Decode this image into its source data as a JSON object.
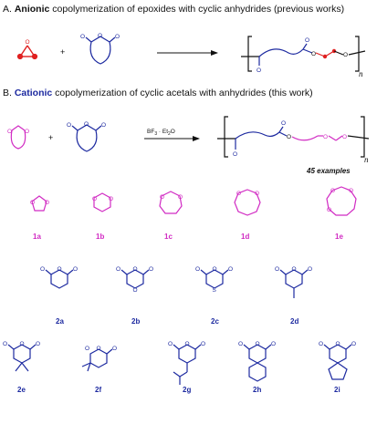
{
  "section_a": {
    "prefix": "A. ",
    "emph": "Anionic",
    "rest": " copolymerization of epoxides with cyclic anhydrides (previous works)"
  },
  "section_b": {
    "prefix": "B. ",
    "emph": "Cationic",
    "rest": " copolymerization of cyclic acetals with anhydrides (this work)"
  },
  "reaction_a": {
    "plus": "+",
    "n": "n",
    "o": "O"
  },
  "reaction_b": {
    "plus": "+",
    "catalyst_main": "BF",
    "catalyst_sub": "3",
    "catalyst_rest": " · Et",
    "catalyst_sub2": "2",
    "catalyst_end": "O",
    "n": "n",
    "examples": "45 examples",
    "o": "O"
  },
  "atom": {
    "o": "O",
    "s": "S"
  },
  "acetals": [
    "1a",
    "1b",
    "1c",
    "1d",
    "1e"
  ],
  "anhydrides_row1": [
    "2a",
    "2b",
    "2c",
    "2d"
  ],
  "anhydrides_row2": [
    "2e",
    "2f",
    "2g",
    "2h",
    "2i"
  ],
  "colors": {
    "blue": "#1d2aa0",
    "pink": "#d12bc3",
    "red": "#e02020",
    "black": "#111111"
  }
}
